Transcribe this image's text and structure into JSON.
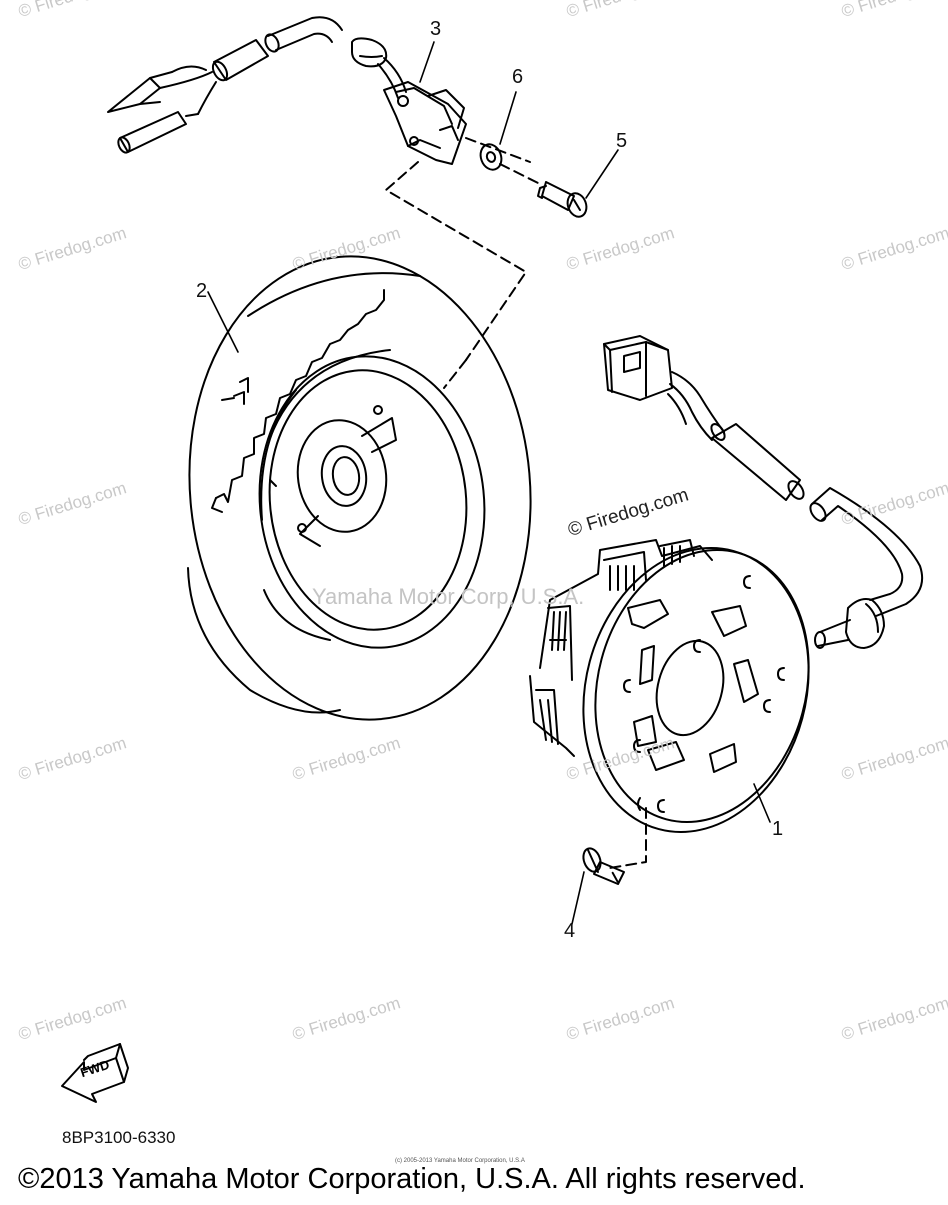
{
  "watermark": "© Firedog.com",
  "watermark_center": "Yamaha Motor Corp, U.S.A.",
  "callouts": {
    "c1": "1",
    "c2": "2",
    "c3": "3",
    "c4": "4",
    "c5": "5",
    "c6": "6"
  },
  "fwd_label": "FWD",
  "diagram_code": "8BP3100-6330",
  "fine_print": "(c) 2005-2013 Yamaha Motor Corporation, U.S.A",
  "copyright": "©2013 Yamaha Motor Corporation, U.S.A. All rights reserved.",
  "colors": {
    "line": "#000000",
    "watermark": "#c8c8c8"
  }
}
